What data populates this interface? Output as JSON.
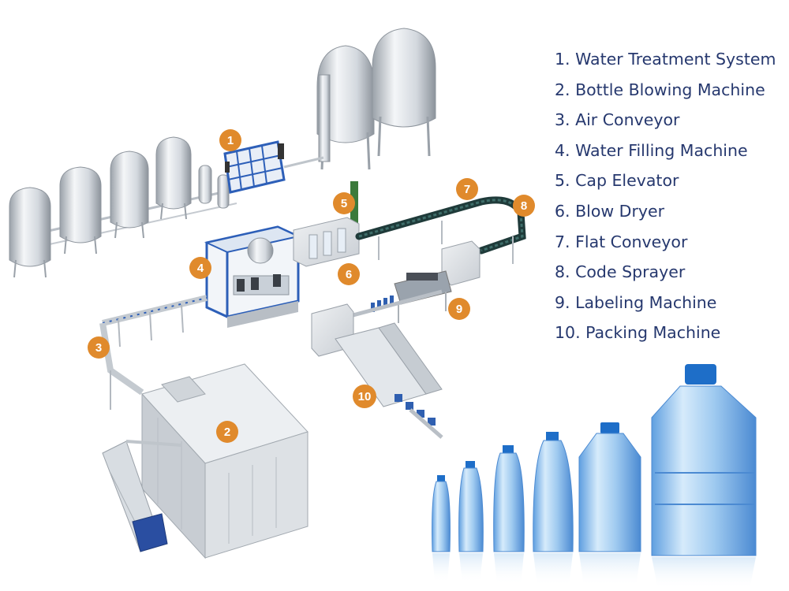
{
  "legend": {
    "items": [
      {
        "label": "1. Water Treatment System"
      },
      {
        "label": "2. Bottle Blowing Machine"
      },
      {
        "label": "3. Air Conveyor"
      },
      {
        "label": "4. Water Filling Machine"
      },
      {
        "label": "5. Cap Elevator"
      },
      {
        "label": "6. Blow Dryer"
      },
      {
        "label": "7. Flat Conveyor"
      },
      {
        "label": "8. Code Sprayer"
      },
      {
        "label": "9. Labeling Machine"
      },
      {
        "label": "10. Packing Machine"
      }
    ]
  },
  "badges": [
    "1",
    "2",
    "3",
    "4",
    "5",
    "6",
    "7",
    "8",
    "9",
    "10"
  ],
  "colors": {
    "badge": "#e08a2c",
    "legend_text": "#26386e",
    "machine_blue": "#2d5fb8",
    "steel": "#cfd4da",
    "bottle_blue": "#7fb6e8",
    "cap_blue": "#1e6ec8"
  }
}
